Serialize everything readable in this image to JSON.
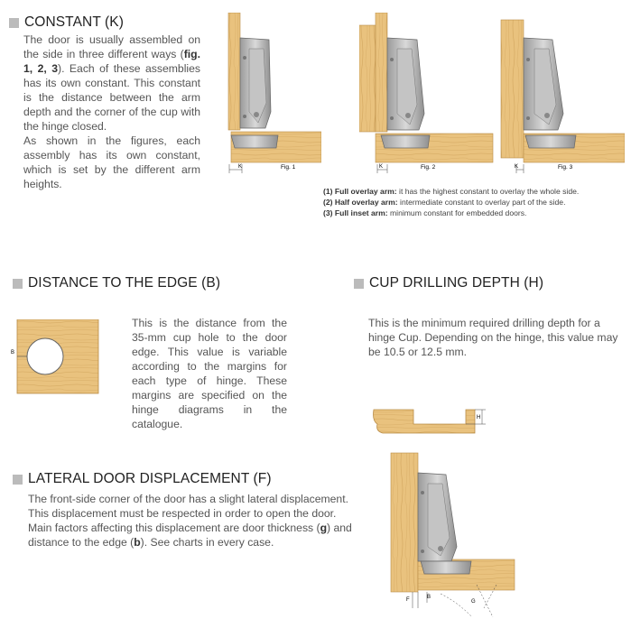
{
  "constant": {
    "title": "CONSTANT (K)",
    "text_parts": [
      "The door is usually assembled on the side in three different ways (",
      "fig. 1, 2, 3",
      "). Each of these assemblies has its own constant. This constant is the distance between the arm depth and the corner of the cup with the hinge closed."
    ],
    "text2": "As shown in the figures, each assembly has its own constant, which is set by the different arm heights.",
    "figures": [
      {
        "caption": "Fig. 1",
        "label": "K"
      },
      {
        "caption": "Fig. 2",
        "label": "K"
      },
      {
        "caption": "Fig. 3",
        "label": "K"
      }
    ],
    "notes": [
      {
        "label": "(1) Full overlay arm:",
        "text": " it has the highest constant to overlay the whole side."
      },
      {
        "label": "(2) Half overlay arm:",
        "text": " intermediate constant to overlay part of the side."
      },
      {
        "label": "(3) Full inset arm:",
        "text": " minimum constant for embedded doors."
      }
    ]
  },
  "distance": {
    "title": "DISTANCE TO THE EDGE (B)",
    "text": "This is the distance from the 35-mm cup hole to the door edge. This value is variable according to the margins for each type of hinge. These margins are specified on the hinge diagrams in the catalogue.",
    "diagram_label": "B"
  },
  "cup": {
    "title": "CUP DRILLING DEPTH (H)",
    "text": "This is the minimum required drilling depth for a hinge Cup. Depending on the hinge, this value may be 10.5 or 12.5 mm.",
    "diagram_label": "H"
  },
  "lateral": {
    "title": "LATERAL DOOR DISPLACEMENT (F)",
    "text_parts": [
      "The front-side corner of the door has a slight lateral displacement. This displacement must be respected in order to open the door. Main factors affecting this displacement are door thickness (",
      "g",
      ") and distance to the edge (",
      "b",
      "). See charts in every case."
    ],
    "labels": {
      "f": "F",
      "b": "B",
      "g": "G"
    }
  },
  "colors": {
    "wood": "#E9C27E",
    "wood_dark": "#C99A52",
    "metal": "#B8B8B8",
    "metal_dark": "#6E6E6E",
    "square": "#BBBBBB"
  }
}
